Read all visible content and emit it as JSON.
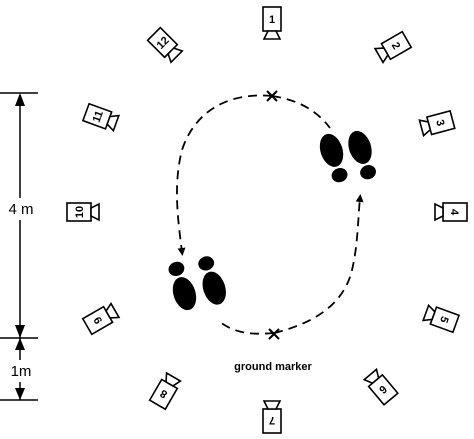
{
  "cameras": [
    {
      "number": "1"
    },
    {
      "number": "2"
    },
    {
      "number": "3"
    },
    {
      "number": "4"
    },
    {
      "number": "5"
    },
    {
      "number": "6"
    },
    {
      "number": "7"
    },
    {
      "number": "8"
    },
    {
      "number": "9"
    },
    {
      "number": "10"
    },
    {
      "number": "11"
    },
    {
      "number": "12"
    }
  ],
  "dimensions": {
    "upper": "4 m",
    "lower": "1m"
  },
  "annotations": {
    "marker_label": "ground marker"
  }
}
